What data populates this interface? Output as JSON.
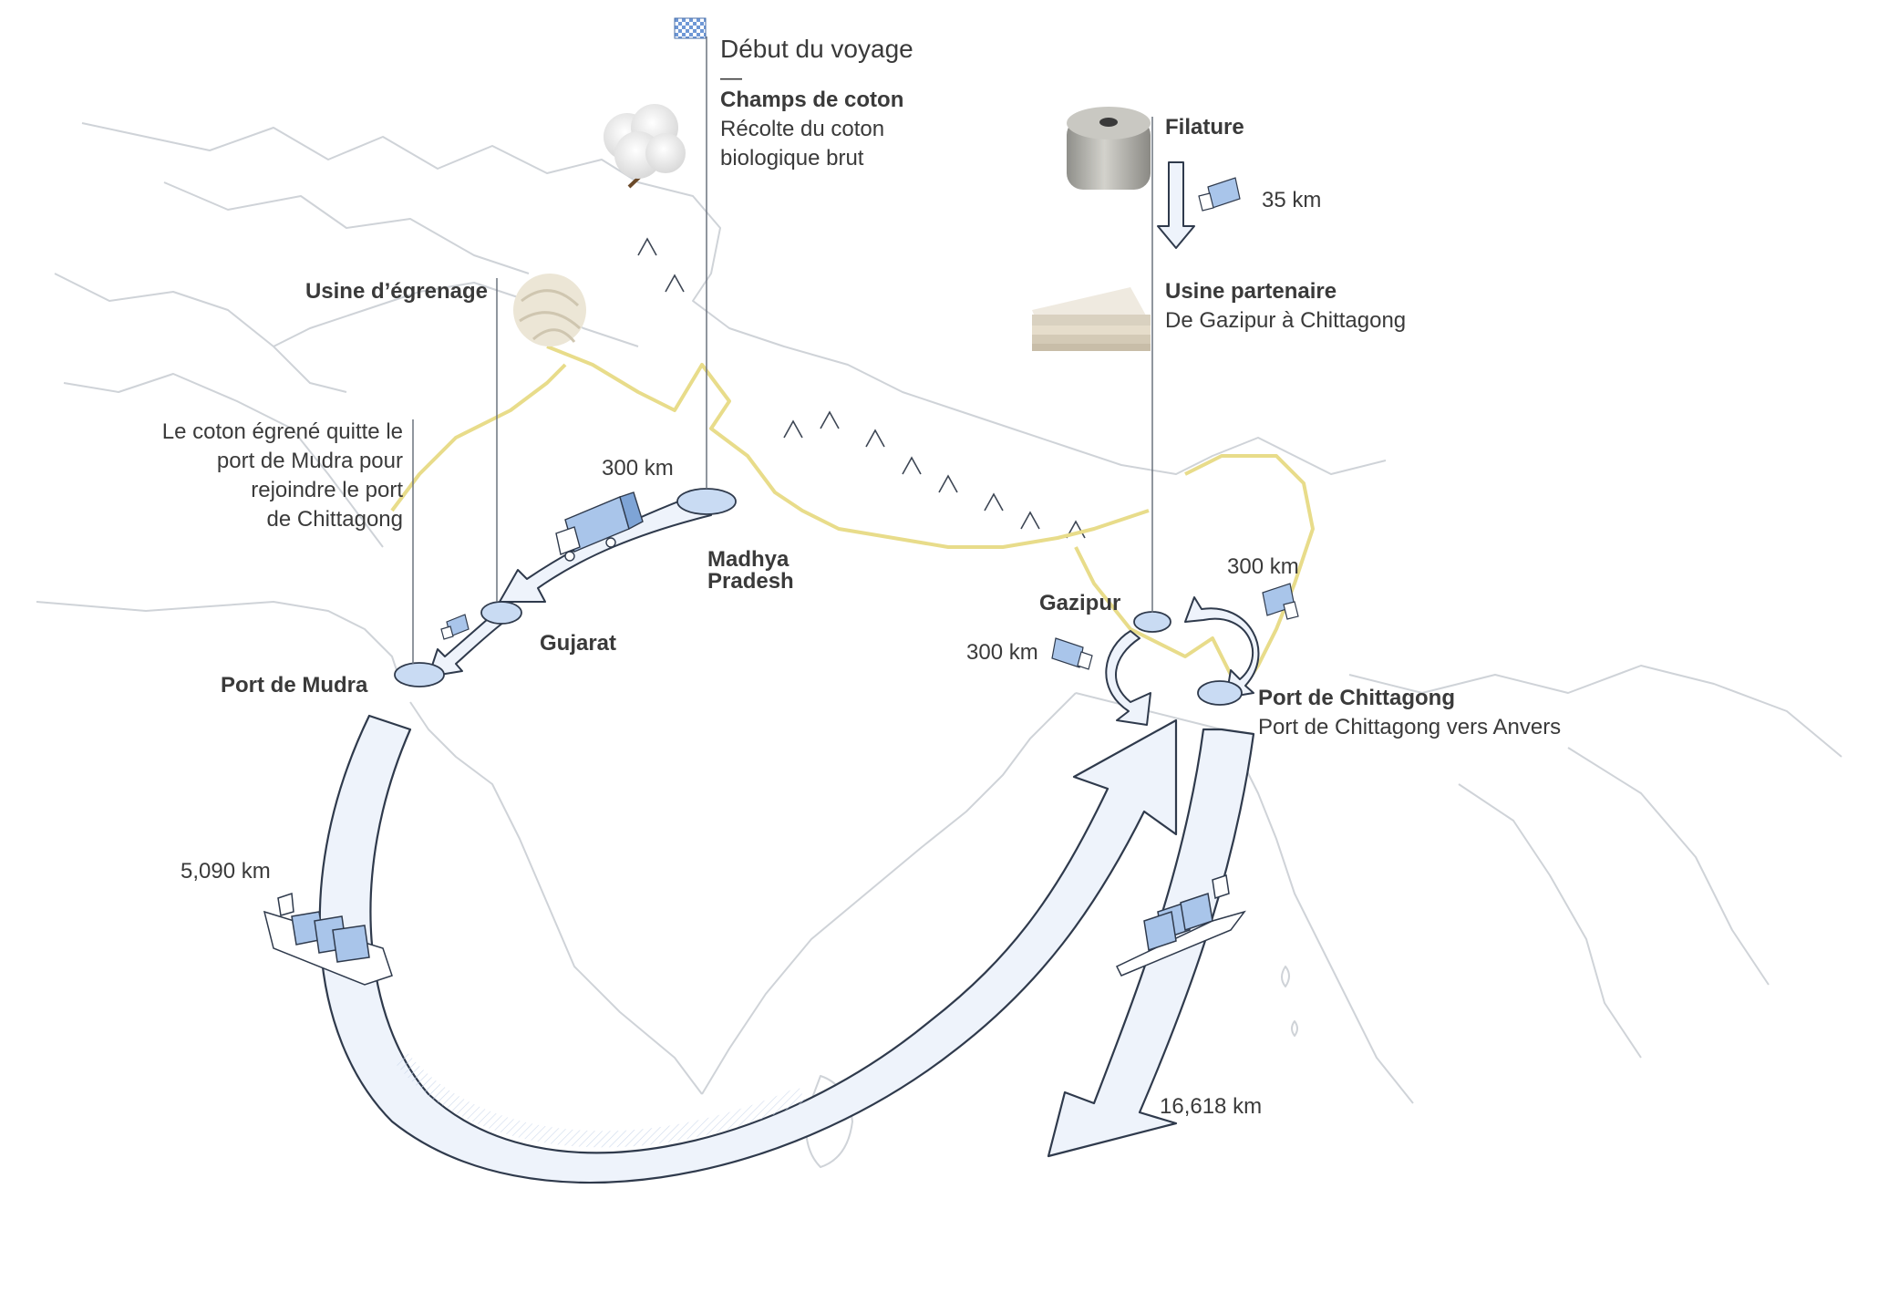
{
  "stops": {
    "start": {
      "title": "Début du voyage",
      "dash": "—",
      "name": "Champs de coton",
      "desc1": "Récolte du coton",
      "desc2": "biologique brut"
    },
    "gin": {
      "name": "Usine d’égrenage"
    },
    "mudra_note": {
      "l1": "Le coton égrené quitte le",
      "l2": "port de Mudra pour",
      "l3": "rejoindre le port",
      "l4": "de Chittagong"
    },
    "madhya": {
      "l1": "Madhya",
      "l2": "Pradesh"
    },
    "gujarat": {
      "name": "Gujarat"
    },
    "mudra": {
      "name": "Port de Mudra"
    },
    "spinning": {
      "name": "Filature"
    },
    "partner": {
      "name": "Usine partenaire",
      "desc": "De Gazipur à Chittagong"
    },
    "gazipur": {
      "name": "Gazipur"
    },
    "chittagong": {
      "name": "Port de Chittagong",
      "desc": "Port de Chittagong vers Anvers"
    }
  },
  "distances": {
    "madhya_gujarat": "300 km",
    "filature_partner": "35 km",
    "gazipur_right": "300 km",
    "gazipur_left": "300 km",
    "sea_mudra": "5,090 km",
    "sea_antwerp": "16,618 km"
  },
  "colors": {
    "arrow_fill": "#eef3fb",
    "arrow_stroke": "#2f3a4c",
    "vehicle_blue": "#a9c5ea",
    "border_yellow": "#e8dc8a",
    "land_line": "#cfd3d8"
  },
  "icons": [
    "checkered-flag-icon",
    "cotton-boll-icon",
    "wool-ball-icon",
    "yarn-cone-icon",
    "fabric-stack-icon",
    "truck-icon",
    "ship-icon"
  ]
}
